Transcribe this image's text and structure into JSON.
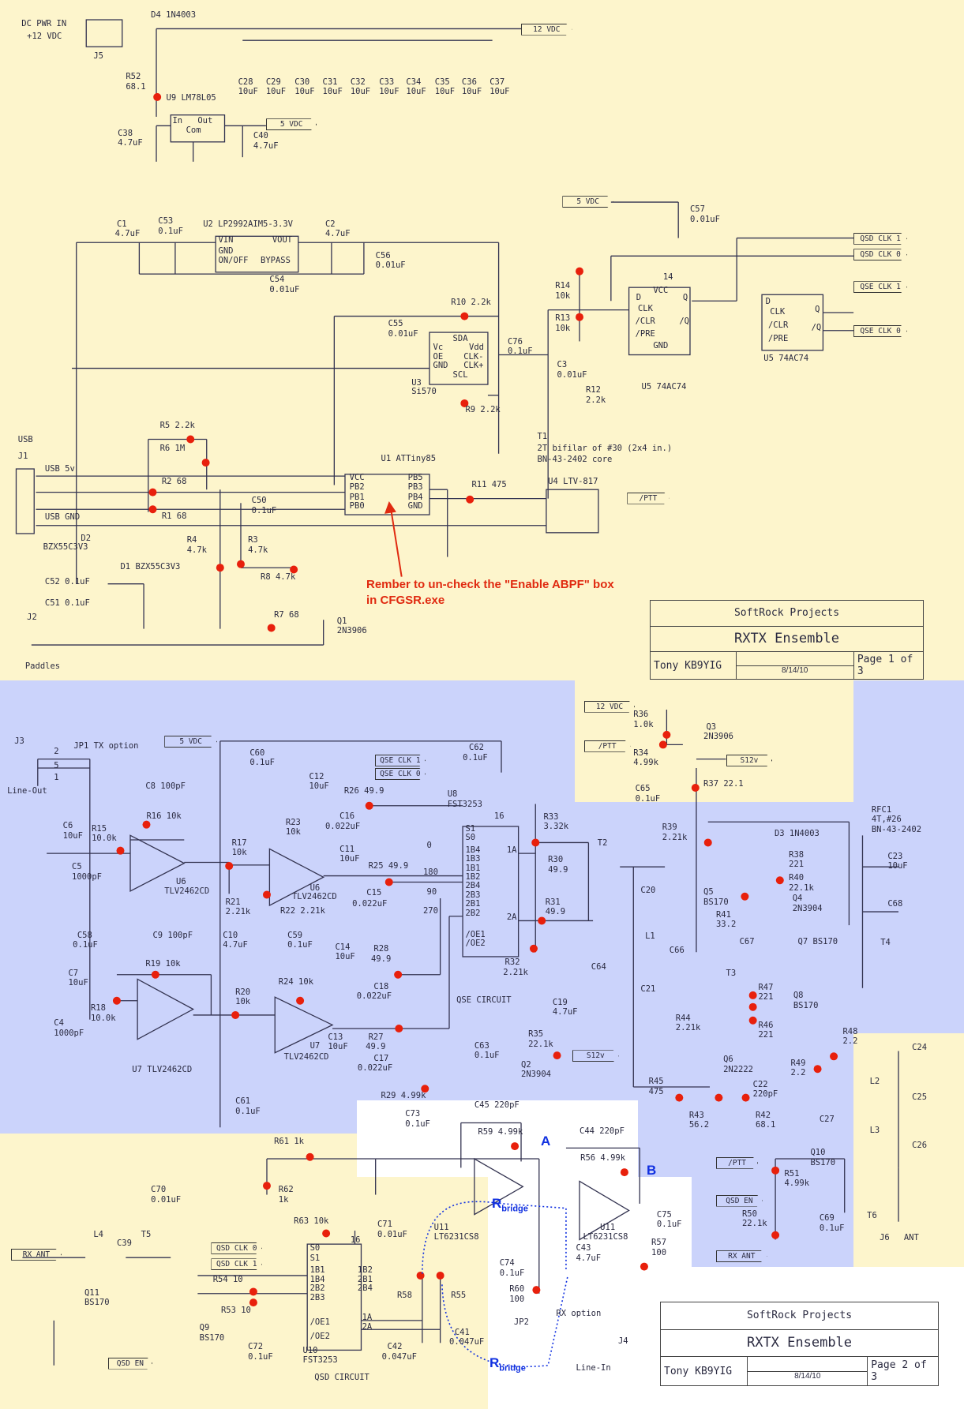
{
  "colors": {
    "page1_bg": "#fdf5cc",
    "page2_bg": "#cbd3fb",
    "white_bg": "#ffffff",
    "wire": "#333350",
    "junction": "#e8200c",
    "note": "#e02a10",
    "annotation": "#1030e0"
  },
  "page1": {
    "labels": [
      "DC PWR IN",
      "+12 VDC",
      "J5",
      "D4 1N4003",
      "C28",
      "10uF",
      "C29",
      "10uF",
      "C30",
      "10uF",
      "C31",
      "10uF",
      "C32",
      "10uF",
      "C33",
      "10uF",
      "C34",
      "10uF",
      "C35",
      "10uF",
      "C36",
      "10uF",
      "C37",
      "10uF",
      "R52",
      "68.1",
      "U9 LM78L05",
      "In",
      "Out",
      "Com",
      "C38",
      "4.7uF",
      "C40",
      "4.7uF",
      "C1",
      "4.7uF",
      "C53",
      "0.1uF",
      "U2 LP2992AIM5-3.3V",
      "VIN",
      "GND",
      "ON/OFF",
      "VOUT",
      "BYPASS",
      "C2",
      "4.7uF",
      "C56",
      "0.01uF",
      "C54",
      "0.01uF",
      "C57",
      "0.01uF",
      "R14",
      "10k",
      "R13",
      "10k",
      "14",
      "VCC",
      "D",
      "CLK",
      "/CLR",
      "/PRE",
      "Q",
      "/Q",
      "GND",
      "U5 74AC74",
      "D",
      "CLK",
      "/CLR",
      "/PRE",
      "Q",
      "/Q",
      "U5 74AC74",
      "R10 2.2k",
      "C55",
      "0.01uF",
      "SDA",
      "Vc",
      "OE",
      "GND",
      "Vdd",
      "CLK-",
      "CLK+",
      "SCL",
      "U3",
      "Si570",
      "R9 2.2k",
      "C76",
      "0.1uF",
      "C3",
      "0.01uF",
      "R12",
      "2.2k",
      "T1",
      "2T bifilar of #30 (2x4 in.)",
      "BN-43-2402 core",
      "USB",
      "J1",
      "USB 5v",
      "USB GND",
      "R5 2.2k",
      "R6 1M",
      "R2 68",
      "R1 68",
      "D2",
      "BZX55C3V3",
      "D1 BZX55C3V3",
      "U1 ATTiny85",
      "VCC",
      "PB2",
      "PB1",
      "PB0",
      "PB5",
      "PB3",
      "PB4",
      "GND",
      "R11 475",
      "U4 LTV-817",
      "C50",
      "0.1uF",
      "R4",
      "4.7k",
      "R3",
      "4.7k",
      "R8 4.7k",
      "C52 0.1uF",
      "C51 0.1uF",
      "J2",
      "R7 68",
      "Q1",
      "2N3906",
      "Paddles"
    ],
    "tags": [
      "12 VDC",
      "5 VDC",
      "5 VDC",
      "QSD CLK 1",
      "QSD CLK 0",
      "QSE CLK 1",
      "QSE CLK 0",
      "/PTT"
    ],
    "note_line1": "Rember to un-check the \"Enable ABPF\" box",
    "note_line2": "in CFGSR.exe",
    "title_block": {
      "company": "SoftRock Projects",
      "project": "RXTX Ensemble",
      "author": "Tony KB9YIG",
      "date": "8/14/10",
      "page": "Page 1 of 3"
    }
  },
  "page2": {
    "labels": [
      "J3",
      "JP1 TX option",
      "2",
      "5",
      "1",
      "Line-Out",
      "C60",
      "0.1uF",
      "C62",
      "0.1uF",
      "C8 100pF",
      "C12",
      "10uF",
      "R26 49.9",
      "C16",
      "0.022uF",
      "U8",
      "FST3253",
      "16",
      "C6",
      "10uF",
      "R15",
      "10.0k",
      "R16 10k",
      "R23",
      "10k",
      "C5",
      "1000pF",
      "U6",
      "TLV2462CD",
      "R17",
      "10k",
      "C11",
      "10uF",
      "R25 49.9",
      "C15",
      "0.022uF",
      "U6",
      "TLV2462CD",
      "R21",
      "2.21k",
      "R22 2.21k",
      "R33",
      "3.32k",
      "R30",
      "49.9",
      "R31",
      "49.9",
      "T2",
      "C20",
      "S1",
      "S0",
      "1B4",
      "1B3",
      "1B1",
      "1B2",
      "2B4",
      "2B3",
      "2B1",
      "2B2",
      "/OE1",
      "/OE2",
      "1A",
      "2A",
      "0",
      "180",
      "90",
      "270",
      "C10",
      "4.7uF",
      "C59",
      "0.1uF",
      "C58",
      "0.1uF",
      "C9 100pF",
      "R19 10k",
      "C14",
      "10uF",
      "R28",
      "49.9",
      "C18",
      "0.022uF",
      "R32",
      "2.21k",
      "L1",
      "C64",
      "C19",
      "4.7uF",
      "QSE CIRCUIT",
      "C7",
      "10uF",
      "R18",
      "10.0k",
      "C4",
      "1000pF",
      "R20",
      "10k",
      "R24 10k",
      "U7",
      "TLV2462CD",
      "C13",
      "10uF",
      "R27",
      "49.9",
      "C17",
      "0.022uF",
      "U7 TLV2462CD",
      "C63",
      "0.1uF",
      "R35",
      "22.1k",
      "Q2",
      "2N3904",
      "R29 4.99k",
      "C61",
      "0.1uF",
      "C21",
      "R36",
      "1.0k",
      "Q3",
      "2N3906",
      "R34",
      "4.99k",
      "C65",
      "0.1uF",
      "R37 22.1",
      "R39",
      "2.21k",
      "D3 1N4003",
      "R38",
      "221",
      "R40",
      "22.1k",
      "Q4",
      "2N3904",
      "Q5",
      "BS170",
      "R41",
      "33.2",
      "RFC1",
      "4T,#26",
      "BN-43-2402",
      "C23",
      "10uF",
      "C68",
      "C67",
      "C66",
      "Q7 BS170",
      "T4",
      "T3",
      "R47",
      "221",
      "R46",
      "221",
      "Q8",
      "BS170",
      "R48",
      "2.2",
      "R44",
      "2.21k",
      "Q6",
      "2N2222",
      "R49",
      "2.2",
      "C24",
      "R45",
      "475",
      "C22",
      "220pF",
      "L2",
      "C25",
      "R43",
      "56.2",
      "R42",
      "68.1",
      "C27",
      "L3",
      "C26",
      "C45 220pF",
      "C73",
      "0.1uF",
      "R59 4.99k",
      "C44 220pF",
      "R56 4.99k",
      "R61 1k",
      "R62",
      "1k",
      "U11",
      "LT6231CS8",
      "U11",
      "LT6231CS8",
      "C75",
      "0.1uF",
      "C43",
      "4.7uF",
      "R57",
      "100",
      "C70",
      "0.01uF",
      "R63 10k",
      "C71",
      "0.01uF",
      "16",
      "L4",
      "T5",
      "C39",
      "S0",
      "S1",
      "1B1",
      "1B4",
      "2B2",
      "2B3",
      "1B2",
      "2B1",
      "2B4",
      "1A",
      "2A",
      "/OE1",
      "/OE2",
      "R54 10",
      "R53 10",
      "Q11",
      "BS170",
      "R58",
      "R55",
      "C74",
      "0.1uF",
      "R60",
      "100",
      "JP2",
      "RX option",
      "J4",
      "Line-In",
      "C41",
      "0.047uF",
      "C42",
      "0.047uF",
      "Q9",
      "BS170",
      "C72",
      "0.1uF",
      "U10",
      "FST3253",
      "QSD CIRCUIT",
      "Q10",
      "BS170",
      "R51",
      "4.99k",
      "R50",
      "22.1k",
      "C69",
      "0.1uF",
      "T6",
      "J6",
      "ANT"
    ],
    "tags": [
      "5 VDC",
      "QSE CLK 1",
      "QSE CLK 0",
      "S12v",
      "12 VDC",
      "/PTT",
      "S12v",
      "RX ANT",
      "QSD CLK 0",
      "QSD CLK 1",
      "QSD EN",
      "/PTT",
      "QSD EN",
      "RX ANT"
    ],
    "annotations": {
      "point_a": "A",
      "point_b": "B",
      "rbridge_main": "R",
      "rbridge_sub": "bridge"
    },
    "title_block": {
      "company": "SoftRock Projects",
      "project": "RXTX Ensemble",
      "author": "Tony KB9YIG",
      "date": "8/14/10",
      "page": "Page 2 of 3"
    }
  }
}
